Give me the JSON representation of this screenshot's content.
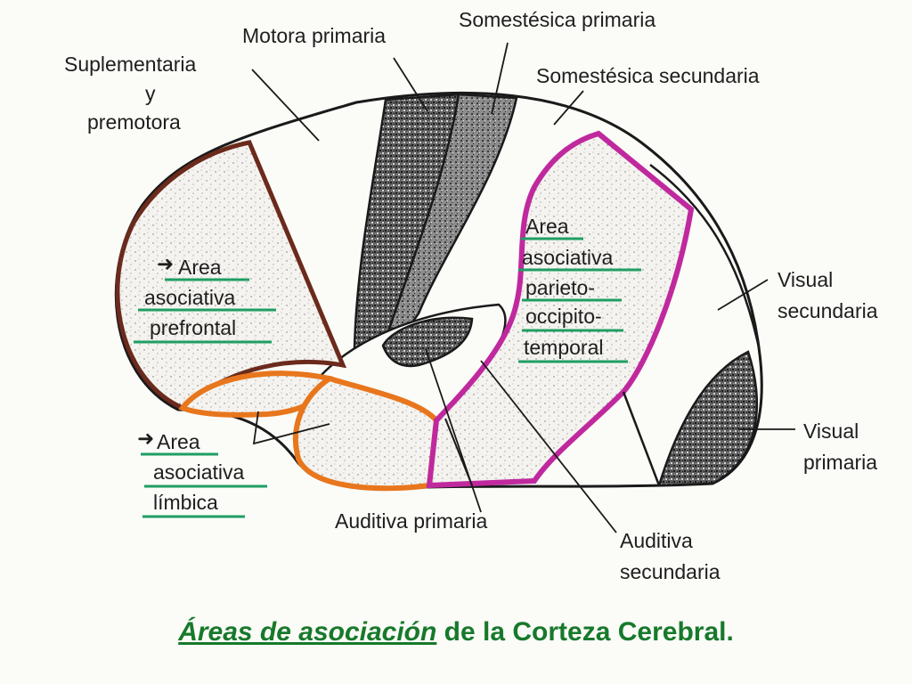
{
  "labels": {
    "motora_primaria": "Motora primaria",
    "somestesica_primaria": "Somestésica primaria",
    "somestesica_secundaria": "Somestésica secundaria",
    "suplementaria_1": "Suplementaria",
    "suplementaria_2": "y",
    "suplementaria_3": "premotora",
    "prefrontal_1": "Area",
    "prefrontal_2": "asociativa",
    "prefrontal_3": "prefrontal",
    "parieto_1": "Area",
    "parieto_2": "asociativa",
    "parieto_3": "parieto-",
    "parieto_4": "occipito-",
    "parieto_5": "temporal",
    "visual_secundaria_1": "Visual",
    "visual_secundaria_2": "secundaria",
    "visual_primaria_1": "Visual",
    "visual_primaria_2": "primaria",
    "limbica_1": "Area",
    "limbica_2": "asociativa",
    "limbica_3": "límbica",
    "auditiva_primaria": "Auditiva primaria",
    "auditiva_secundaria_1": "Auditiva",
    "auditiva_secundaria_2": "secundaria"
  },
  "caption": {
    "emphasis": "Áreas de asociación",
    "rest": " de la Corteza Cerebral."
  },
  "colors": {
    "outline": "#1a1a1a",
    "prefrontal_border": "#6b2a1c",
    "limbic_border": "#e8761c",
    "parieto_border": "#c0299e",
    "underline": "#1f9e63",
    "caption": "#17792a",
    "stipple": "#3a3a3a"
  }
}
